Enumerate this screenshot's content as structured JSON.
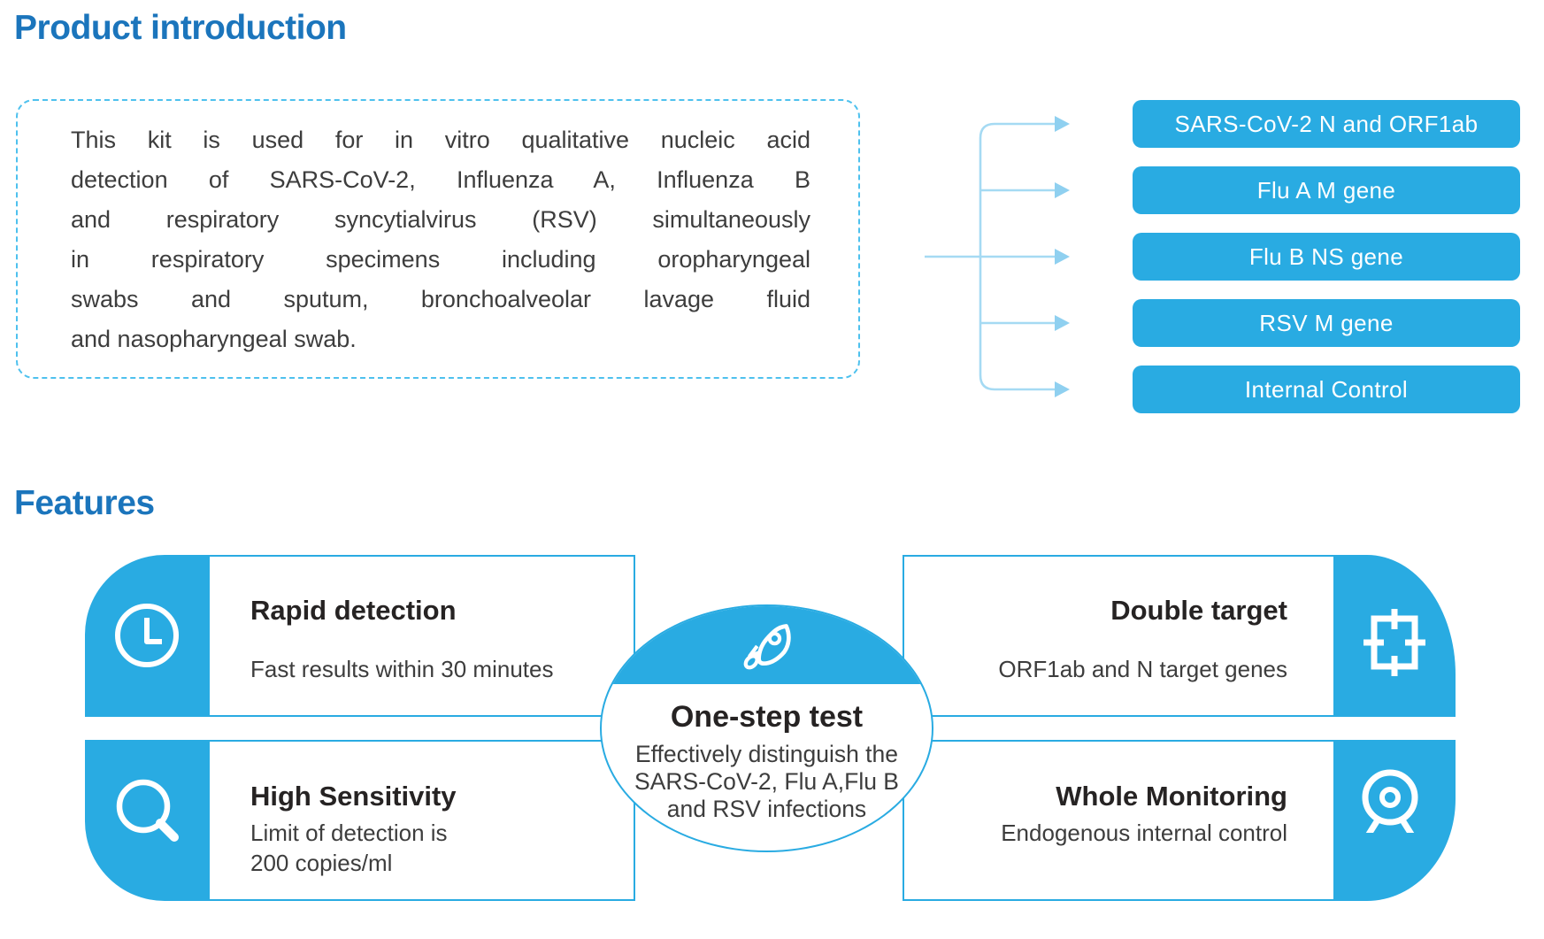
{
  "intro": {
    "heading": "Product introduction",
    "lines": [
      "This kit is used for in vitro qualitative nucleic acid",
      "detection of SARS-CoV-2, Influenza A, Influenza B",
      "and respiratory syncytialvirus (RSV) simultaneously",
      "in respiratory specimens including oropharyngeal",
      "swabs and sputum, bronchoalveolar lavage fluid",
      "and nasopharyngeal swab."
    ]
  },
  "gene_panel": {
    "labels": [
      "SARS-CoV-2 N and ORF1ab",
      "Flu A M gene",
      "Flu B NS gene",
      "RSV M gene",
      "Internal Control"
    ]
  },
  "features": {
    "heading": "Features",
    "cards": [
      {
        "title": "Rapid detection",
        "desc1": "Fast results within 30 minutes",
        "desc2": "",
        "icon": "clock-icon"
      },
      {
        "title": "Double target",
        "desc1": "ORF1ab and N target genes",
        "desc2": "",
        "icon": "target-icon"
      },
      {
        "title": "High Sensitivity",
        "desc1": "Limit of detection is",
        "desc2": "200 copies/ml",
        "icon": "magnifier-icon"
      },
      {
        "title": "Whole Monitoring",
        "desc1": "Endogenous internal control",
        "desc2": "",
        "icon": "webcam-icon"
      }
    ],
    "center": {
      "title": "One-step test",
      "lines": [
        "Effectively distinguish the",
        "SARS-CoV-2, Flu A,Flu B",
        "and RSV infections"
      ],
      "icon": "rocket-icon"
    }
  },
  "colors": {
    "brand_blue": "#1b75bc",
    "sky_blue": "#29abe2",
    "dashed_border": "#4ec1ee",
    "connector_line": "#a5daf3",
    "arrowhead": "#8fd0f0",
    "title_text": "#262323",
    "body_text": "#3d3d3d",
    "label_text": "#ffffff"
  }
}
